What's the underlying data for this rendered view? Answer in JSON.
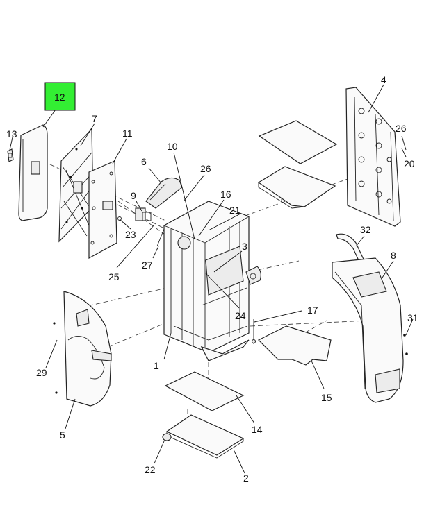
{
  "diagram": {
    "highlight_color": "#33ee33",
    "highlighted_callout": "12",
    "callouts": {
      "c1": "1",
      "c2": "2",
      "c3": "3",
      "c4": "4",
      "c5": "5",
      "c6": "6",
      "c7": "7",
      "c8": "8",
      "c9": "9",
      "c10": "10",
      "c11": "11",
      "c12": "12",
      "c13": "13",
      "c14": "14",
      "c15": "15",
      "c16": "16",
      "c17": "17",
      "c20": "20",
      "c21": "21",
      "c22": "22",
      "c23": "23",
      "c24": "24",
      "c25": "25",
      "c26a": "26",
      "c26b": "26",
      "c27": "27",
      "c29": "29",
      "c31": "31",
      "c32": "32"
    }
  }
}
